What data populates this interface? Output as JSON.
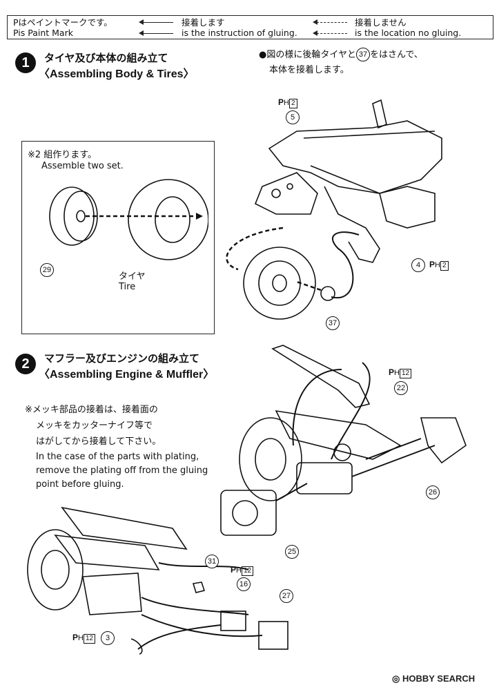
{
  "legend": {
    "paint_mark_jp": "Pはペイントマークです。",
    "paint_mark_en": "Pis Paint Mark",
    "glue_jp": "接着します",
    "glue_en": "is the instruction of gluing.",
    "no_glue_jp": "接着しません",
    "no_glue_en": "is the location no gluing."
  },
  "step1": {
    "number": "1",
    "title_jp": "タイヤ及び本体の組み立て",
    "title_en": "〈Assembling Body & Tires〉",
    "note_jp_1": "●図の様に後輪タイヤと",
    "note_part": "37",
    "note_jp_1b": "をはさんで、",
    "note_jp_2": "本体を接着します。",
    "inset": {
      "note_jp": "※2 組作ります。",
      "note_en": "Assemble two set.",
      "tire_jp": "タイヤ",
      "tire_en": "Tire",
      "part_29": "29"
    },
    "part_5": "5",
    "part_5_paint": "H",
    "part_5_paint_num": "2",
    "part_4": "4",
    "part_4_paint": "H",
    "part_4_paint_num": "2",
    "part_37": "37"
  },
  "step2": {
    "number": "2",
    "title_jp": "マフラー及びエンジンの組み立て",
    "title_en": "〈Assembling  Engine & Muffler〉",
    "notes": [
      "※メッキ部品の接着は、接着面の",
      "メッキをカッターナイフ等で",
      "はがしてから接着して下さい。",
      "In the case of the parts with plating,",
      "remove the plating off from the gluing",
      "point before gluing."
    ],
    "part_22": "22",
    "part_22_paint": "H",
    "part_22_paint_num": "12",
    "part_26": "26",
    "part_25": "25",
    "part_31": "31",
    "part_16": "16",
    "part_16_paint": "H",
    "part_16_paint_num": "12",
    "part_27": "27",
    "part_3": "3",
    "part_3_paint": "H",
    "part_3_paint_num": "12"
  },
  "watermark": "HOBBY SEARCH"
}
